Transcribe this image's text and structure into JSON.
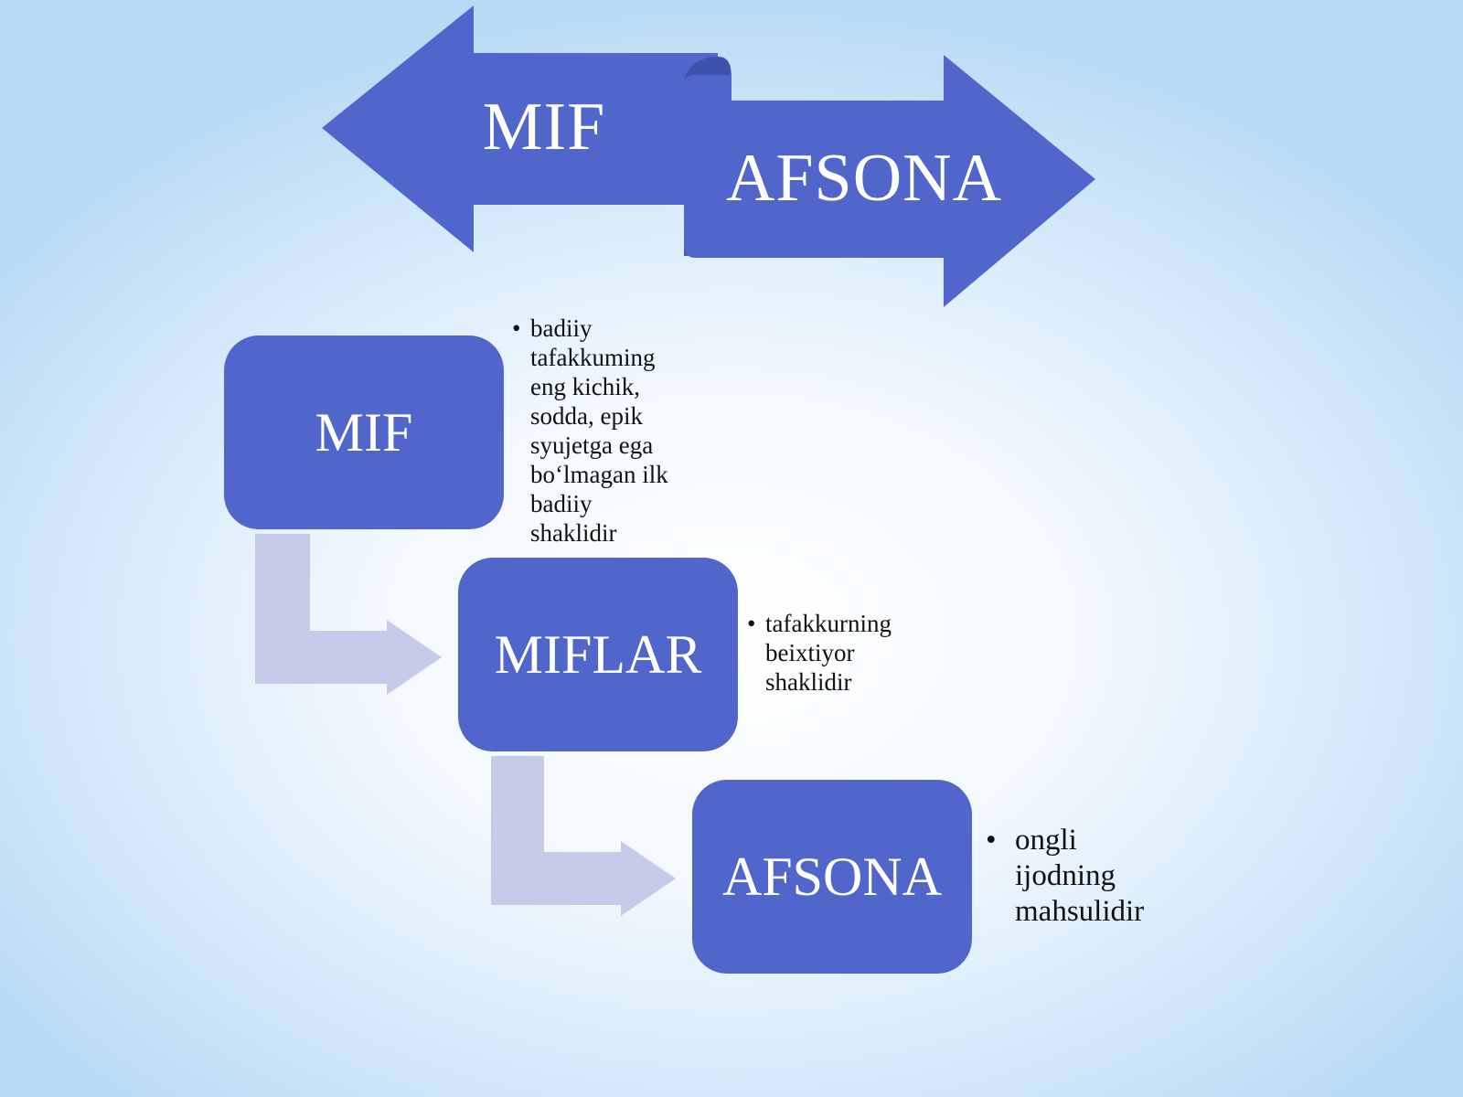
{
  "slide": {
    "accent_color": "#5166ca",
    "connector_color": "#c5cbe9",
    "top_arrows": {
      "left_label": "MIF",
      "right_label": "AFSONA"
    },
    "nodes": [
      {
        "label": "MIF",
        "note_lines": [
          "badiiy",
          "tafakkuming",
          "eng  kichik,",
          "sodda,  epik",
          "syujetga  ega",
          "bo‘lmagan  ilk",
          "badiiy",
          "shaklidir"
        ]
      },
      {
        "label": "MIFLAR",
        "note_lines": [
          "tafakkurning",
          "beixtiyor",
          "shaklidir"
        ]
      },
      {
        "label": "AFSONA",
        "note_lines": [
          "ongli",
          "ijodning",
          "mahsulidir"
        ]
      }
    ]
  }
}
